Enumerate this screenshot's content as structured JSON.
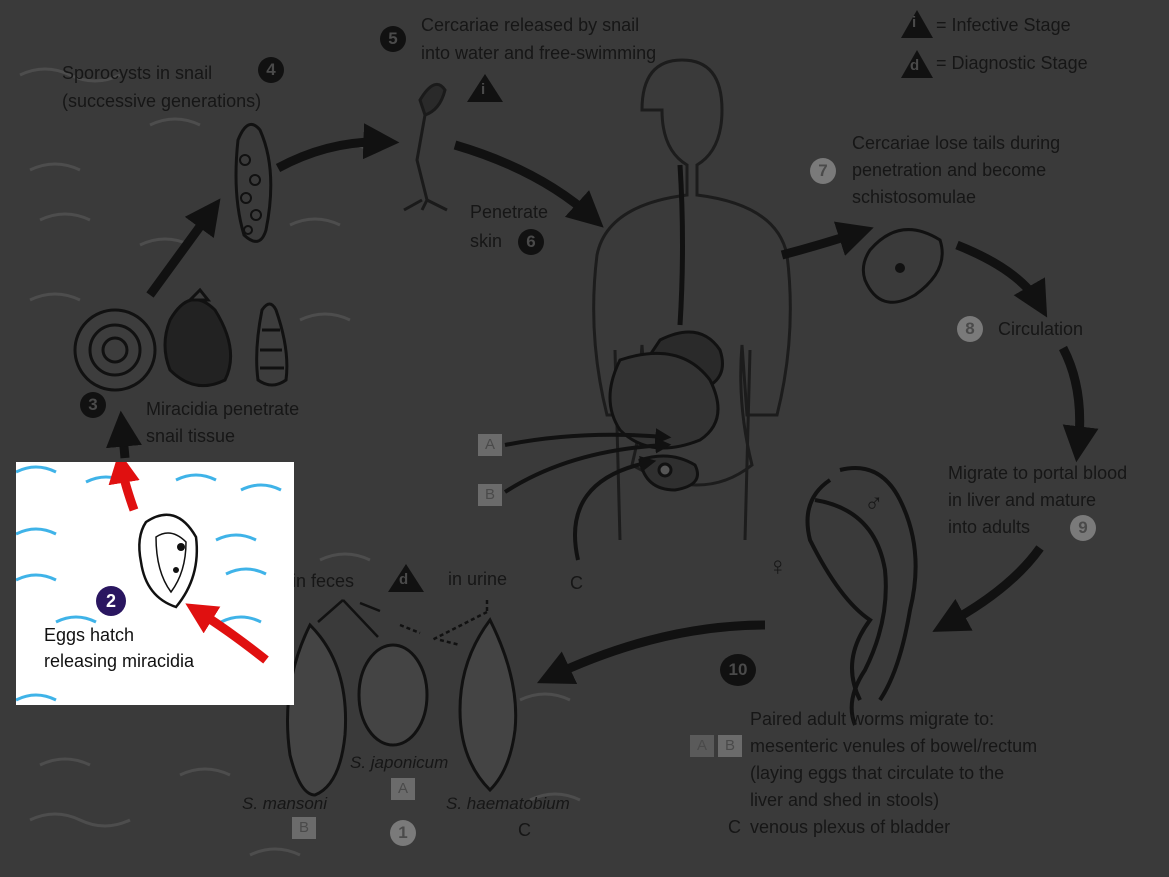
{
  "legend": {
    "infective_letter": "i",
    "infective_label": "= Infective Stage",
    "diagnostic_letter": "d",
    "diagnostic_label": "= Diagnostic Stage"
  },
  "steps": {
    "s1": {
      "num": "1"
    },
    "s2": {
      "num": "2",
      "line1": "Eggs hatch",
      "line2": "releasing miracidia"
    },
    "s3": {
      "num": "3",
      "line1": "Miracidia penetrate",
      "line2": "snail tissue"
    },
    "s4": {
      "num": "4",
      "line1": "Sporocysts in snail",
      "line2": "(successive generations)"
    },
    "s5": {
      "num": "5",
      "line1": "Cercariae released by snail",
      "line2": "into water and free-swimming"
    },
    "s6": {
      "num": "6",
      "line1": "Penetrate",
      "line2": "skin"
    },
    "s7": {
      "num": "7",
      "line1": "Cercariae lose tails during",
      "line2": "penetration and become",
      "line3": "schistosomulae"
    },
    "s8": {
      "num": "8",
      "label": "Circulation"
    },
    "s9": {
      "num": "9",
      "line1": "Migrate to portal blood",
      "line2": "in liver and mature",
      "line3": "into adults"
    },
    "s10": {
      "num": "10",
      "line1": "Paired adult worms migrate to:",
      "line2": "mesenteric venules of bowel/rectum",
      "line3": "(laying eggs that circulate to the",
      "line4": "liver and shed in stools)",
      "line5": "venous plexus of bladder"
    }
  },
  "body_letters": {
    "a": "A",
    "b": "B",
    "c": "C"
  },
  "eggs": {
    "in_feces": "in feces",
    "in_urine": "in urine",
    "mansoni": "S. mansoni",
    "mansoni_letter": "B",
    "japonicum": "S. japonicum",
    "japonicum_letter": "A",
    "haematobium": "S. haematobium",
    "haematobium_letter": "C"
  },
  "adults": {
    "female": "♀",
    "male": "♂"
  },
  "adult_letters": {
    "a": "A",
    "b": "B",
    "c": "C"
  }
}
